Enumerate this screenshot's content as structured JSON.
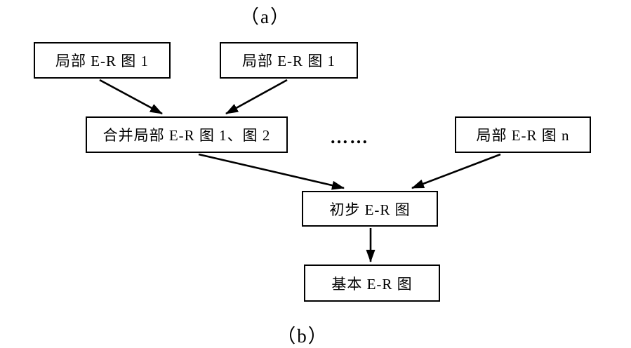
{
  "labels": {
    "subfigure_a": "（a）",
    "subfigure_b": "（b）"
  },
  "diagram": {
    "boxes": [
      {
        "id": "local-er-1",
        "label": "局部 E-R 图 1"
      },
      {
        "id": "local-er-2",
        "label": "局部 E-R 图 1"
      },
      {
        "id": "merge-local-er",
        "label": "合并局部 E-R 图 1、图 2"
      },
      {
        "id": "local-er-n",
        "label": "局部 E-R 图 n"
      },
      {
        "id": "preliminary-er",
        "label": "初步 E-R 图"
      },
      {
        "id": "basic-er",
        "label": "基本 E-R 图"
      }
    ],
    "ellipsis": "……",
    "arrows": [
      {
        "from": "local-er-1",
        "to": "merge-local-er"
      },
      {
        "from": "local-er-2",
        "to": "merge-local-er"
      },
      {
        "from": "merge-local-er",
        "to": "preliminary-er"
      },
      {
        "from": "local-er-n",
        "to": "preliminary-er"
      },
      {
        "from": "preliminary-er",
        "to": "basic-er"
      }
    ],
    "colors": {
      "ink": "#000000",
      "background": "#ffffff"
    }
  }
}
